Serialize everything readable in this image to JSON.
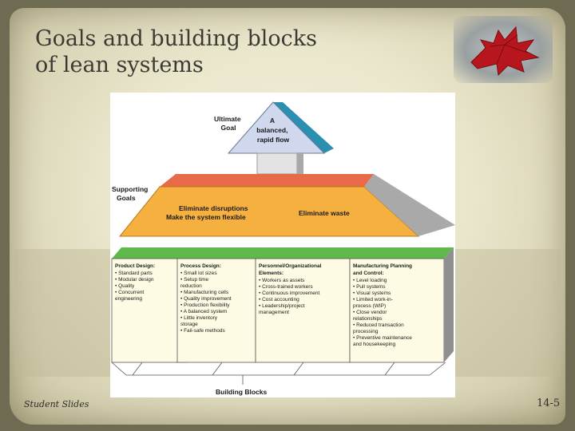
{
  "slide": {
    "title_lines": [
      "Goals and building blocks",
      "of lean systems"
    ],
    "footer_left": "Student Slides",
    "footer_right": "14-5"
  },
  "diagram": {
    "ultimate_goal_label": [
      "Ultimate",
      "Goal"
    ],
    "ultimate_goal_text": [
      "A",
      "balanced,",
      "rapid flow"
    ],
    "supporting_goals_label": [
      "Supporting",
      "Goals"
    ],
    "supporting_left": [
      "Eliminate disruptions",
      "Make the system flexible"
    ],
    "supporting_right": "Eliminate waste",
    "blocks": [
      {
        "title": "Product Design:",
        "lines": [
          "• Standard parts",
          "• Modular design",
          "• Quality",
          "• Concurrent",
          "   engineering"
        ]
      },
      {
        "title": "Process Design:",
        "lines": [
          "• Small lot sizes",
          "• Setup time",
          "   reduction",
          "• Manufacturing cells",
          "• Quality improvement",
          "• Production flexibility",
          "• A balanced system",
          "• Little inventory",
          "   storage",
          "• Fail-safe methods"
        ]
      },
      {
        "title": "Personnel/Organizational",
        "title2": "Elements:",
        "lines": [
          "• Workers as assets",
          "• Cross-trained workers",
          "• Continuous improvement",
          "• Cost accounting",
          "• Leadership/project",
          "   management"
        ]
      },
      {
        "title": "Manufacturing Planning",
        "title2": "and Control:",
        "lines": [
          "• Level loading",
          "• Pull systems",
          "• Visual systems",
          "• Limited work-in-",
          "   process (WIP)",
          "• Close vendor",
          "   relationships",
          "• Reduced transaction",
          "   processing",
          "• Preventive maintenance",
          "   and housekeeping"
        ]
      }
    ],
    "building_blocks_label": "Building Blocks"
  },
  "colors": {
    "roof_front": "#cfd8ec",
    "roof_side": "#2a8fb0",
    "chimney": "#e3e3e3",
    "supporting_top": "#e86a48",
    "supporting_front": "#f6b040",
    "supporting_side": "#a9a9a9",
    "block_top": "#5eb84a",
    "block_front": "#fdfbe3",
    "block_side": "#8f8f8f"
  }
}
